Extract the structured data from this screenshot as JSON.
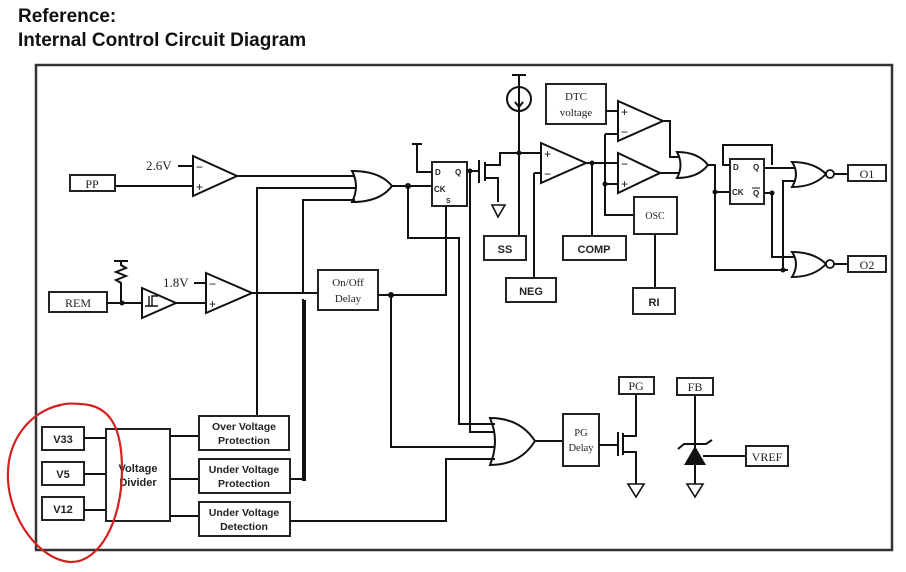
{
  "header": {
    "line1": "Reference:",
    "line2": "Internal Control Circuit Diagram"
  },
  "blocks": {
    "pp": "PP",
    "rem": "REM",
    "ref_26": "2.6V",
    "ref_18": "1.8V",
    "onoff_delay": [
      "On/Off",
      "Delay"
    ],
    "dtc_voltage": [
      "DTC",
      "voltage"
    ],
    "ss": "SS",
    "neg": "NEG",
    "comp": "COMP",
    "osc": "OSC",
    "ri": "RI",
    "o1": "O1",
    "o2": "O2",
    "pg": "PG",
    "pg_delay": [
      "PG",
      "Delay"
    ],
    "fb": "FB",
    "vref": "VREF",
    "v33": "V33",
    "v5": "V5",
    "v12": "V12",
    "voltage_divider": [
      "Voltage",
      "Divider"
    ],
    "ovp": [
      "Over Voltage",
      "Protection"
    ],
    "uvp": [
      "Under Voltage",
      "Protection"
    ],
    "uvd": [
      "Under Voltage",
      "Detection"
    ]
  },
  "flipflop1": {
    "d": "D",
    "q": "Q",
    "ck": "CK",
    "s": "S"
  },
  "flipflop2": {
    "d": "D",
    "q": "Q",
    "ck": "CK",
    "qbar": "Q"
  },
  "opamp_signs": {
    "minus": "−",
    "plus": "+"
  },
  "annotation": {
    "color": "#d42020",
    "shape": "hand-drawn circle around V33/V5/V12 inputs"
  }
}
